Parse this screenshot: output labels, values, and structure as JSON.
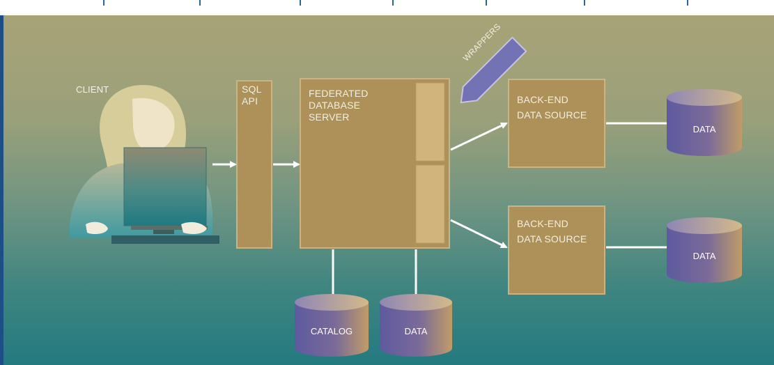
{
  "labels": {
    "client": "CLIENT",
    "sql_api": "SQL\nAPI",
    "federated_server": "FEDERATED\nDATABASE\nSERVER",
    "wrappers": "WRAPPERS",
    "backend_1": "BACK-END\nDATA SOURCE",
    "backend_2": "BACK-END\nDATA SOURCE",
    "data_right_1": "DATA",
    "data_right_2": "DATA",
    "catalog": "CATALOG",
    "data_bottom": "DATA"
  },
  "colors": {
    "box_fill": "#ad9159",
    "box_border": "#c9b486",
    "wrapper_slot": "#d1b47c",
    "cylinder_purple": "#6a5f9a",
    "cylinder_gold": "#b89a6a",
    "arrow": "#ffffff",
    "frame_blue": "#1d5c92"
  }
}
